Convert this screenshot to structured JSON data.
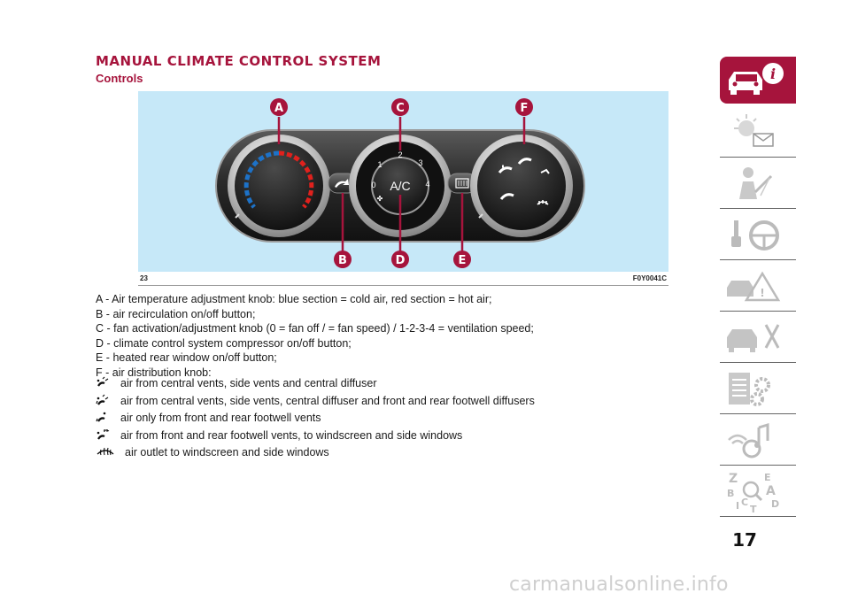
{
  "section_title": "MANUAL CLIMATE CONTROL SYSTEM",
  "subtitle": "Controls",
  "figure": {
    "number": "23",
    "code": "F0Y0041C",
    "callouts": [
      "A",
      "C",
      "F",
      "B",
      "D",
      "E"
    ],
    "ac_label": "A/C",
    "fan_scale": [
      "0",
      "1",
      "2",
      "3",
      "4"
    ],
    "colors": {
      "background": "#c6e8f8",
      "callout": "#a6143c",
      "cold": "#1d72c8",
      "hot": "#e0211d"
    }
  },
  "legend": [
    "A - Air temperature adjustment knob: blue section = cold air, red section = hot air;",
    "B - air recirculation on/off button;",
    "C - fan activation/adjustment knob (0 = fan off / = fan speed) / 1-2-3-4 = ventilation speed;",
    "D - climate control system compressor on/off button;",
    "E - heated rear window on/off button;",
    "F - air distribution knob:"
  ],
  "distribution_modes": [
    {
      "icon": "face-vent-icon",
      "text": "air from central vents, side vents and central diffuser"
    },
    {
      "icon": "face-feet-vent-icon",
      "text": "air from central vents, side vents, central diffuser and front and rear footwell diffusers"
    },
    {
      "icon": "feet-vent-icon",
      "text": "air only from front and rear footwell vents"
    },
    {
      "icon": "feet-windscreen-vent-icon",
      "text": "air from front and rear footwell vents, to windscreen and side windows"
    },
    {
      "icon": "windscreen-defrost-icon",
      "text": "air outlet to windscreen and side windows"
    }
  ],
  "sidebar": {
    "tabs": [
      "car-info-icon",
      "warning-lights-icon",
      "safety-icon",
      "starting-driving-icon",
      "emergency-icon",
      "servicing-icon",
      "technical-data-icon",
      "multimedia-icon",
      "index-icon"
    ],
    "index_letters": [
      "Z",
      "E",
      "B",
      "A",
      "I",
      "C",
      "T",
      "D"
    ],
    "active_color": "#a6143c"
  },
  "page_number": "17",
  "watermark": "carmanualsonline.info"
}
